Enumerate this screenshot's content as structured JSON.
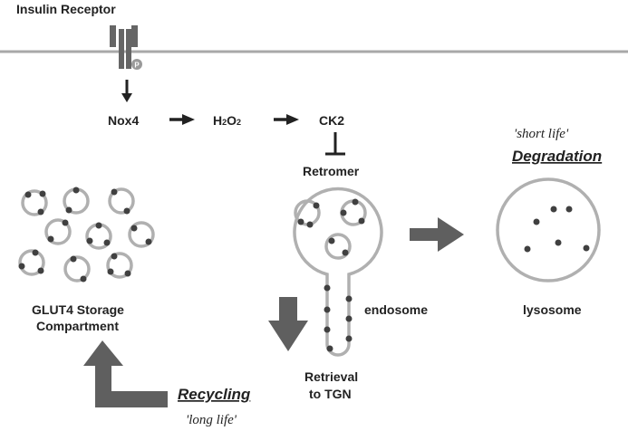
{
  "labels": {
    "insulin_receptor": "Insulin Receptor",
    "phospho": "P",
    "nox4": "Nox4",
    "h2o2": {
      "h": "H",
      "two_a": "2",
      "o": "O",
      "two_b": "2"
    },
    "ck2": "CK2",
    "retromer": "Retromer",
    "degradation": "Degradation",
    "short_life": "'short life'",
    "lysosome": "lysosome",
    "endosome": "endosome",
    "glut4_line1": "GLUT4 Storage",
    "glut4_line2": "Compartment",
    "recycling": "Recycling",
    "long_life": "'long life'",
    "retrieval_line1": "Retrieval",
    "retrieval_line2": "to TGN"
  },
  "colors": {
    "membrane": "#a8a8a8",
    "receptor": "#666666",
    "arrow_dark": "#222222",
    "arrow_gray": "#5f5f5f",
    "vesicle_ring": "#b0b0b0",
    "dot": "#404040",
    "text": "#222222"
  }
}
